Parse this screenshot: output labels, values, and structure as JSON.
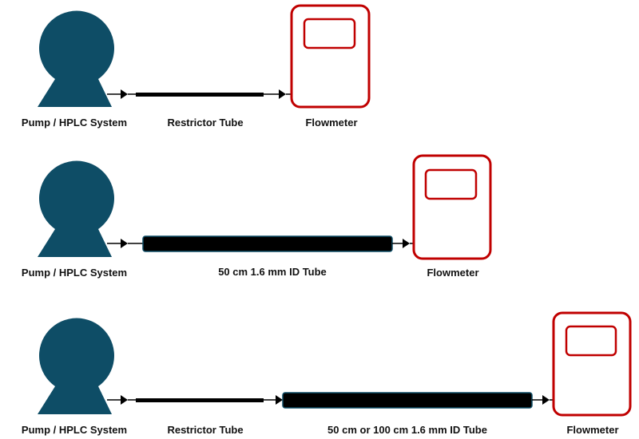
{
  "colors": {
    "pump": "#0e4d66",
    "meter_outline": "#c00000",
    "tube": "#000000",
    "label": "#111111"
  },
  "rows": [
    {
      "pump_label": "Pump / HPLC System",
      "segments": [
        {
          "kind": "thin",
          "label": "Restrictor Tube"
        }
      ],
      "meter_label": "Flowmeter"
    },
    {
      "pump_label": "Pump / HPLC System",
      "segments": [
        {
          "kind": "thick",
          "label": "50 cm 1.6 mm ID Tube"
        }
      ],
      "meter_label": "Flowmeter"
    },
    {
      "pump_label": "Pump / HPLC System",
      "segments": [
        {
          "kind": "thin",
          "label": "Restrictor Tube"
        },
        {
          "kind": "thick",
          "label": "50 cm or 100 cm 1.6 mm ID Tube"
        }
      ],
      "meter_label": "Flowmeter"
    }
  ]
}
